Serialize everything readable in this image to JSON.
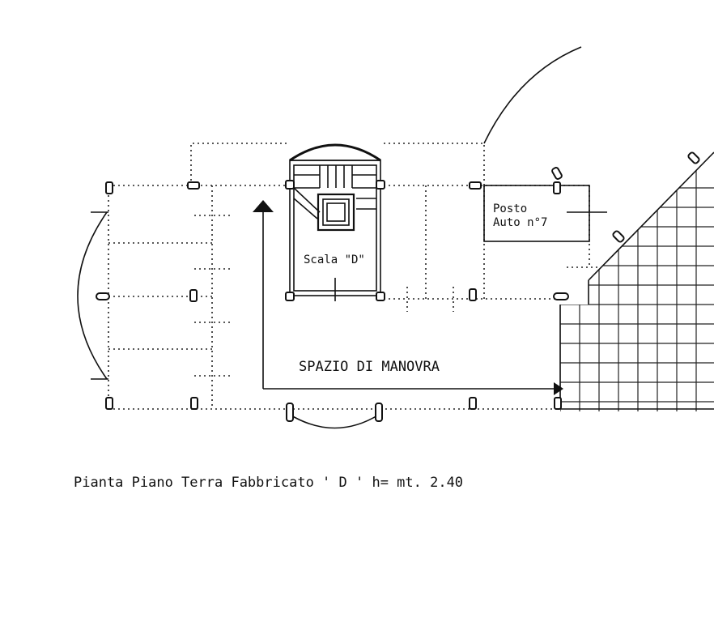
{
  "labels": {
    "stair": "Scala \"D\"",
    "parking_line1": "Posto",
    "parking_line2": "Auto n°7",
    "maneuver": "SPAZIO DI MANOVRA",
    "caption": "Pianta Piano Terra Fabbricato ' D ' h= mt. 2.40"
  },
  "colors": {
    "ink": "#111111",
    "paper": "#ffffff"
  }
}
